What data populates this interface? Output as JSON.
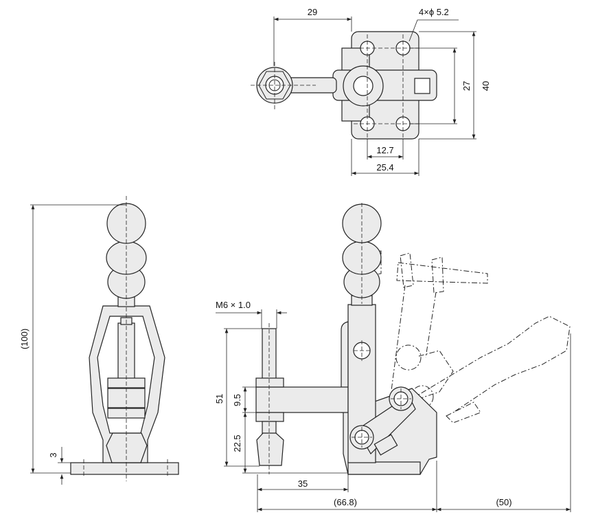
{
  "top_view": {
    "dim_arm_reach": "29",
    "dim_holes": "4×ϕ 5.2",
    "dim_hole_spacing_v": "27",
    "dim_plate_height": "40",
    "dim_hole_spacing_h": "12.7",
    "dim_plate_width": "25.4"
  },
  "front_view": {
    "dim_overall_height": "(100)",
    "dim_base_thickness": "3"
  },
  "side_view": {
    "dim_thread": "M6 × 1.0",
    "dim_spindle_height": "51",
    "dim_arm_thickness": "9.5",
    "dim_spindle_below": "22.5",
    "dim_arm_length": "35",
    "dim_overall_length": "(66.8)",
    "dim_handle_travel": "(50)"
  }
}
